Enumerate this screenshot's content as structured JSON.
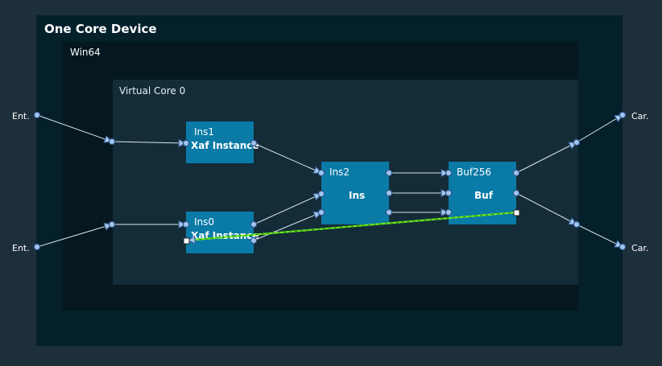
{
  "device": {
    "title": "One Core Device"
  },
  "platform": {
    "title": "Win64"
  },
  "core": {
    "title": "Virtual Core 0"
  },
  "nodes": {
    "ins1": {
      "id": "Ins1",
      "type": "Xaf Instance"
    },
    "ins0": {
      "id": "Ins0",
      "type": "Xaf Instance"
    },
    "ins2": {
      "id": "Ins2",
      "type": "Ins"
    },
    "buf": {
      "id": "Buf256",
      "type": "Buf"
    }
  },
  "external": {
    "inputs": [
      "Ent.",
      "Ent."
    ],
    "outputs": [
      "Car.",
      "Car."
    ]
  },
  "colors": {
    "node_fill": "#0a7aa6",
    "port_fill": "#9fc6ee",
    "port_stroke": "#35558c",
    "link": "#d7e4ee",
    "selected_link": "#6ef01e"
  }
}
